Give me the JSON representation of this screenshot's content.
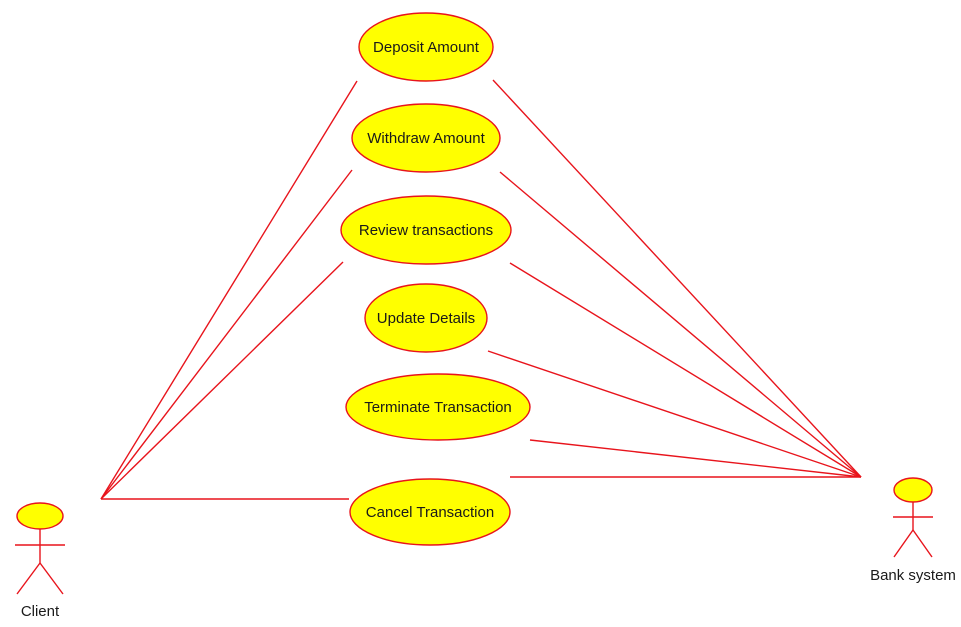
{
  "colors": {
    "line": "#e8141c",
    "fill": "#ffff00",
    "text": "#1a1a1a"
  },
  "actors": {
    "client": {
      "label": "Client",
      "icon": "stick-figure-icon"
    },
    "bank_system": {
      "label": "Bank system",
      "icon": "stick-figure-icon"
    }
  },
  "use_cases": [
    {
      "id": "deposit",
      "label": "Deposit Amount"
    },
    {
      "id": "withdraw",
      "label": "Withdraw Amount"
    },
    {
      "id": "review",
      "label": "Review transactions"
    },
    {
      "id": "update",
      "label": "Update Details"
    },
    {
      "id": "terminate",
      "label": "Terminate Transaction"
    },
    {
      "id": "cancel",
      "label": "Cancel Transaction"
    }
  ],
  "associations": [
    {
      "from": "client",
      "to": "deposit"
    },
    {
      "from": "client",
      "to": "withdraw"
    },
    {
      "from": "client",
      "to": "review"
    },
    {
      "from": "client",
      "to": "cancel"
    },
    {
      "from": "bank_system",
      "to": "deposit"
    },
    {
      "from": "bank_system",
      "to": "withdraw"
    },
    {
      "from": "bank_system",
      "to": "review"
    },
    {
      "from": "bank_system",
      "to": "update"
    },
    {
      "from": "bank_system",
      "to": "terminate"
    },
    {
      "from": "bank_system",
      "to": "cancel"
    }
  ]
}
